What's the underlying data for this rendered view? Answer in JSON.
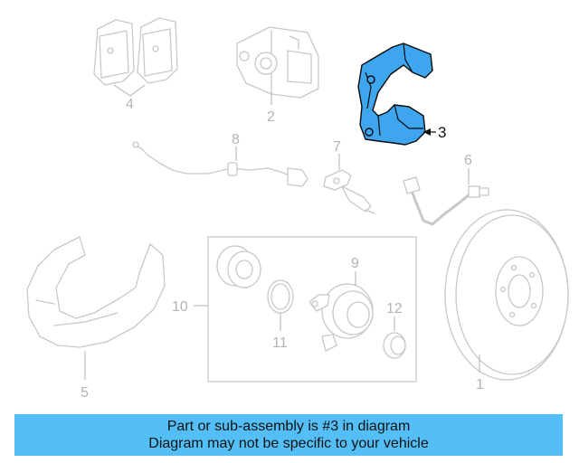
{
  "callouts": {
    "c1": "1",
    "c2": "2",
    "c3": "3",
    "c4": "4",
    "c5": "5",
    "c6": "6",
    "c7": "7",
    "c8": "8",
    "c9": "9",
    "c10": "10",
    "c11": "11",
    "c12": "12"
  },
  "highlighted_part": "3",
  "colors": {
    "highlight": "#3da6ee",
    "banner": "#54bff6",
    "ghost": "#c8c8c8"
  },
  "banner": {
    "line1": "Part or sub-assembly is #3 in diagram",
    "line2": "Diagram may not be specific to your vehicle"
  }
}
